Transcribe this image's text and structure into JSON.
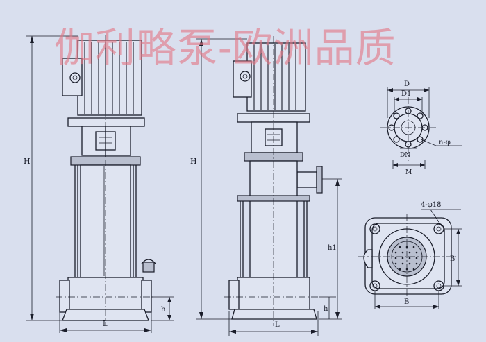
{
  "watermark": "伽利略泵-欧洲品质",
  "labels": {
    "H_left": "H",
    "L_left": "L",
    "h_left": "h",
    "H_mid": "H",
    "L_mid": "L",
    "h1_mid": "h1",
    "h_mid": "h",
    "D": "D",
    "D1": "D1",
    "DN": "DN",
    "M": "M",
    "n_phi": "n-φ",
    "four_phi18": "4-φ18",
    "B_bottom": "B",
    "B_right": "B"
  },
  "colors": {
    "background": "#d9dfee",
    "line": "#1a1d2a",
    "watermark": "#e27684"
  }
}
